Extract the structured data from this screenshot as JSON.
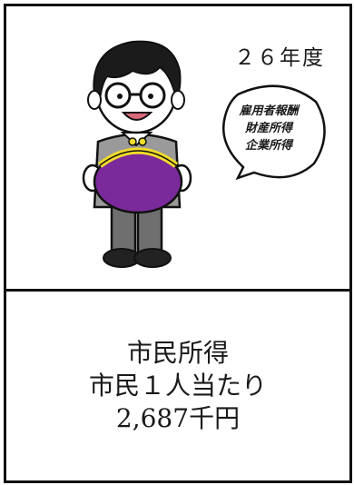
{
  "card": {
    "year_label": "２６年度",
    "speech_bubble": {
      "lines": [
        "雇用者報酬",
        "財産所得",
        "企業所得"
      ]
    },
    "figure": {
      "subject": "man-with-glasses-holding-purse",
      "purse_color": "#7a2a9a",
      "purse_clasp_color": "#f2dc2a",
      "shirt_color": "#ffffff",
      "vest_color": "#9a9a9a",
      "pants_color": "#6f6f6f"
    },
    "info": {
      "title": "市民所得",
      "subtitle": "市民１人当たり",
      "value": "2,687千円"
    }
  }
}
